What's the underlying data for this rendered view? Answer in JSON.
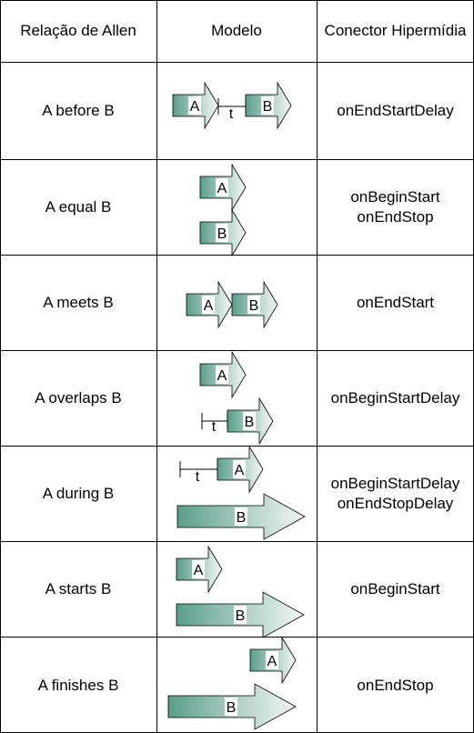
{
  "table": {
    "headers": [
      "Relação de Allen",
      "Modelo",
      "Conector Hipermídia"
    ],
    "rows": [
      {
        "relation": "A before B",
        "connectors": [
          "onEndStartDelay"
        ],
        "model": {
          "a": "A",
          "b": "B",
          "t": "t"
        }
      },
      {
        "relation": "A equal B",
        "connectors": [
          "onBeginStart",
          "onEndStop"
        ],
        "model": {
          "a": "A",
          "b": "B"
        }
      },
      {
        "relation": "A meets B",
        "connectors": [
          "onEndStart"
        ],
        "model": {
          "a": "A",
          "b": "B"
        }
      },
      {
        "relation": "A overlaps B",
        "connectors": [
          "onBeginStartDelay"
        ],
        "model": {
          "a": "A",
          "b": "B",
          "t": "t"
        }
      },
      {
        "relation": "A during B",
        "connectors": [
          "onBeginStartDelay",
          "onEndStopDelay"
        ],
        "model": {
          "a": "A",
          "b": "B",
          "t": "t"
        }
      },
      {
        "relation": "A starts B",
        "connectors": [
          "onBeginStart"
        ],
        "model": {
          "a": "A",
          "b": "B"
        }
      },
      {
        "relation": "A finishes B",
        "connectors": [
          "onEndStop"
        ],
        "model": {
          "a": "A",
          "b": "B"
        }
      }
    ]
  },
  "colors": {
    "arrow_dark": "#5a9e8c",
    "arrow_light": "#f4f8f7",
    "border": "#000000"
  }
}
